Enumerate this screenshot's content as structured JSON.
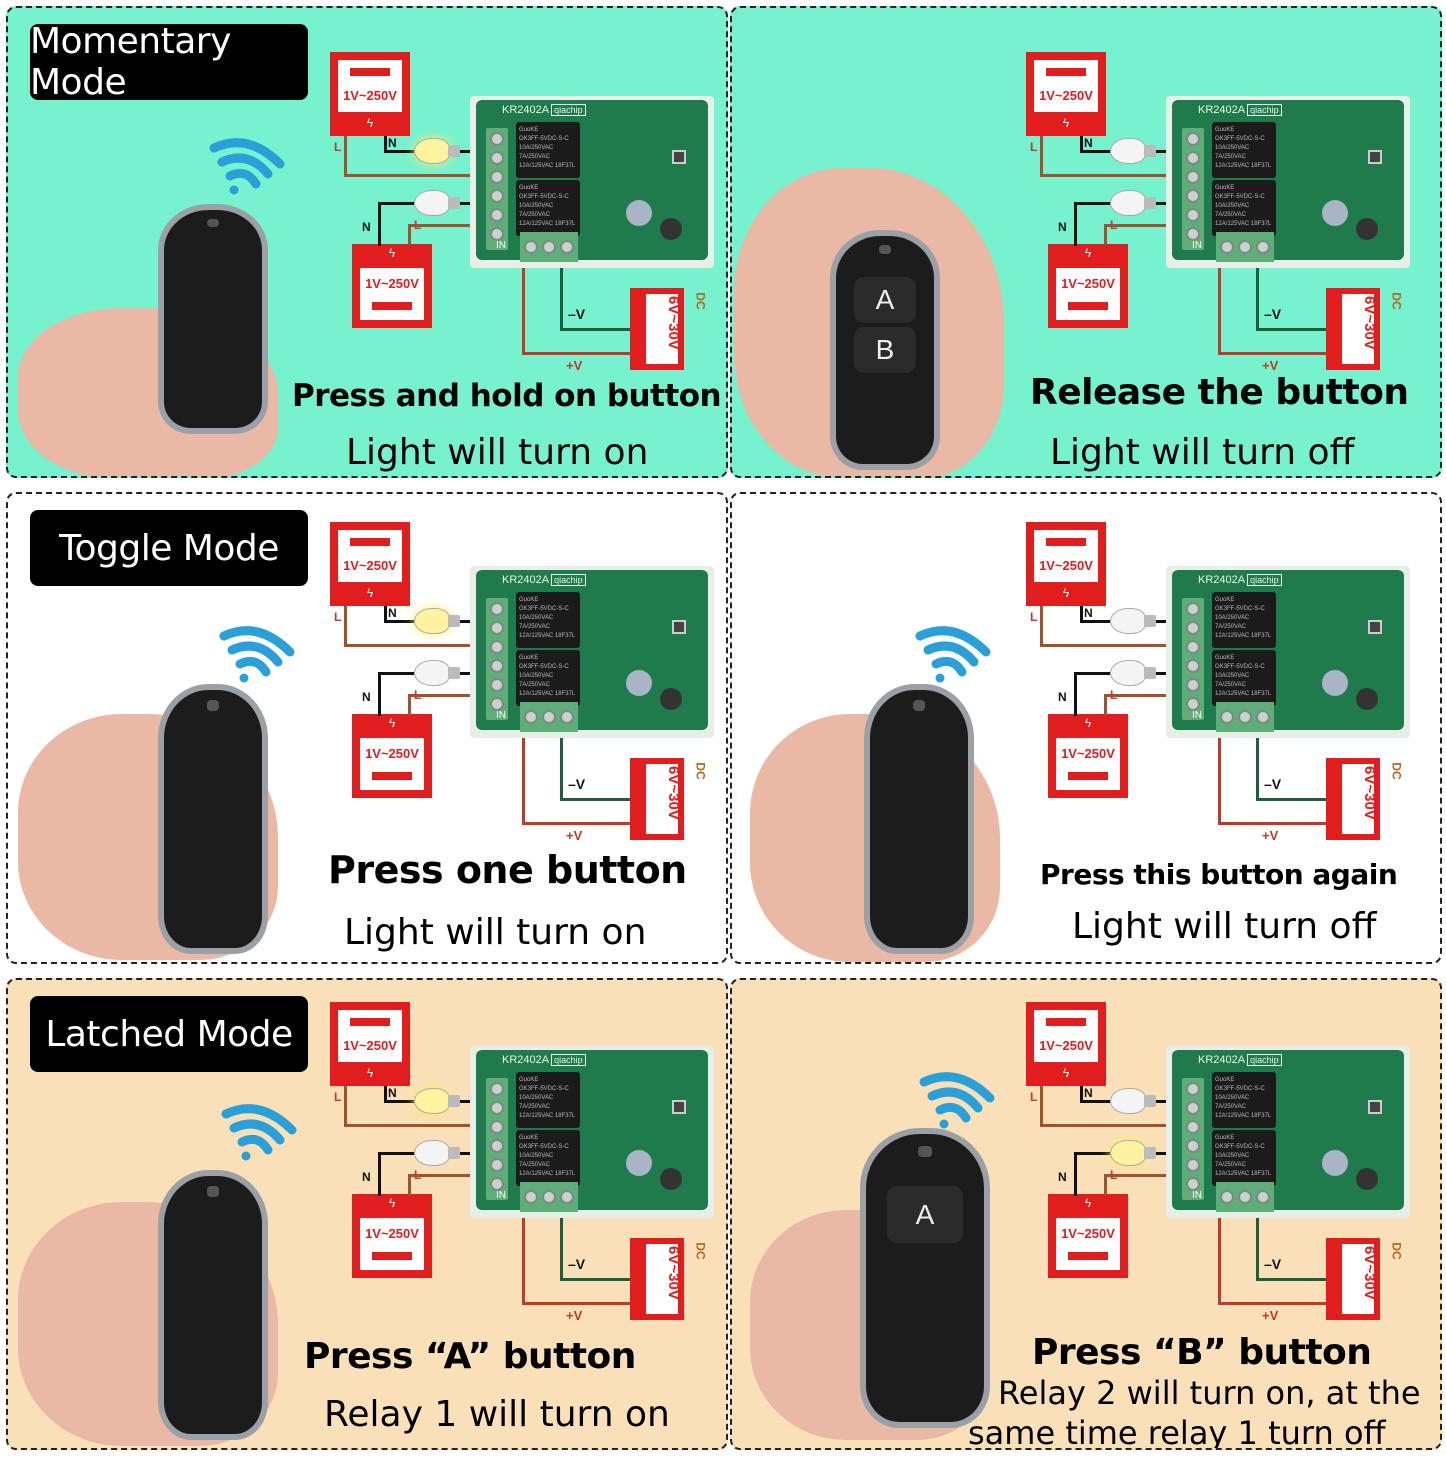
{
  "panels": [
    {
      "id": "momentary-press",
      "mode_label": "Momentary Mode",
      "background": "#77f2cf",
      "headline": "Press and hold on button",
      "subline": "Light will turn on",
      "light1_on": true,
      "light2_on": false,
      "show_wifi": true,
      "remote_visible_buttons": []
    },
    {
      "id": "momentary-release",
      "mode_label": "",
      "background": "#77f2cf",
      "headline": "Release the button",
      "subline": "Light will turn off",
      "light1_on": false,
      "light2_on": false,
      "show_wifi": false,
      "remote_visible_buttons": [
        "A",
        "B"
      ]
    },
    {
      "id": "toggle-press",
      "mode_label": "Toggle Mode",
      "background": "#ffffff",
      "headline": "Press one button",
      "subline": "Light will turn on",
      "light1_on": true,
      "light2_on": false,
      "show_wifi": true,
      "remote_visible_buttons": []
    },
    {
      "id": "toggle-press-again",
      "mode_label": "",
      "background": "#ffffff",
      "headline": "Press this button again",
      "subline": "Light will turn off",
      "light1_on": false,
      "light2_on": false,
      "show_wifi": true,
      "remote_visible_buttons": []
    },
    {
      "id": "latched-a",
      "mode_label": "Latched Mode",
      "background": "#fae0b8",
      "headline": "Press “A” button",
      "subline": "Relay 1 will turn on",
      "light1_on": true,
      "light2_on": false,
      "show_wifi": true,
      "remote_visible_buttons": []
    },
    {
      "id": "latched-b",
      "mode_label": "",
      "background": "#fae0b8",
      "headline": "Press “B” button",
      "subline": "Relay 2 will turn on, at the",
      "subline2": "same time relay 1 turn off",
      "light1_on": false,
      "light2_on": true,
      "show_wifi": true,
      "remote_visible_buttons": [
        "A"
      ]
    }
  ],
  "diagram": {
    "board_model": "KR2402A",
    "board_brand": "qiachip",
    "relay_brand": "GuoKE",
    "relay_model": "GK3FF-5VDC-S-C",
    "relay_rating_1": "10A/250VAC 7A/250VAC",
    "relay_rating_2": "12A/125VAC 18F37L",
    "ac_supply_label": "1V~250V",
    "dc_supply_label": "6V~30V",
    "dc_tag": "DC",
    "minus_v": "–V",
    "plus_v": "+V",
    "in_label": "IN",
    "live_label": "L",
    "neutral_label": "N",
    "bolt_glyph": "ϟ"
  },
  "colors": {
    "mint": "#77f2cf",
    "white": "#ffffff",
    "peach": "#fae0b8",
    "supply_red": "#e21d1d",
    "pcb_green": "#1f7a4c",
    "wire_brown": "#a0522d",
    "wire_black": "#111111",
    "wifi_blue": "#2a9fd8",
    "bulb_on": "#fff3a0",
    "bulb_off": "#f4f4f4"
  }
}
